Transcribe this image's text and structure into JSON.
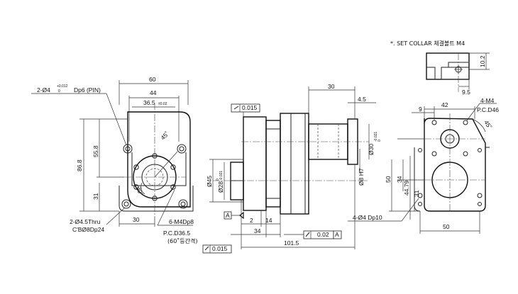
{
  "note": {
    "text": "*. SET COLLAR 체결볼트 M4"
  },
  "front_view": {
    "dims": {
      "width_60": "60",
      "width_44": "44",
      "width_36_5": "36.5",
      "tol_36_5": "±0.02",
      "height_86_8": "86.8",
      "height_55_8": "55.8",
      "height_31": "31",
      "bottom_30": "30",
      "angle_45": "45˚",
      "angle_30": "30˚"
    },
    "pin_hole": {
      "prefix": "2-Ø4",
      "tol_upper": "+0.012",
      "tol_lower": "0",
      "depth": "Dp6  (PIN)"
    },
    "thru_hole": {
      "line1": "2-Ø4.5Thru",
      "line2": "C'BØ8Dp24"
    },
    "tapped": {
      "line1": "6-M4Dp8",
      "line2": "P.C.D36.5",
      "line3": "(60˚등간격)"
    }
  },
  "side_view": {
    "flatness_1": "0.015",
    "flatness_2": "0.015",
    "runout_value": "0.02",
    "datum": "A",
    "dims": {
      "top_30": "30",
      "top_4_5": "4.5",
      "dia_45": "Ø45",
      "dia_28": "Ø28",
      "dia_28_tol": "-0.021",
      "dia_28_tol0": "0",
      "dia_30": "Ø30",
      "dia_30_tol": "-0.021",
      "dia_30_tol0": "0",
      "dia_8": "Ø8 H7",
      "d2": "2",
      "d14": "14",
      "d34": "34",
      "d101_5": "101.5"
    }
  },
  "rear_view": {
    "dims": {
      "w9": "9",
      "w42": "42",
      "m4": "4-M4",
      "pcd": "P.C.D46",
      "angle_45": "45˚",
      "h50": "50",
      "h34": "34",
      "h44_79": "44.79",
      "h31": "31",
      "bottom_50": "50"
    },
    "holes": {
      "text": "4-Ø4  Dp10"
    }
  },
  "collar_view": {
    "dims": {
      "h10_2": "10.2",
      "w9_5": "9.5"
    }
  }
}
